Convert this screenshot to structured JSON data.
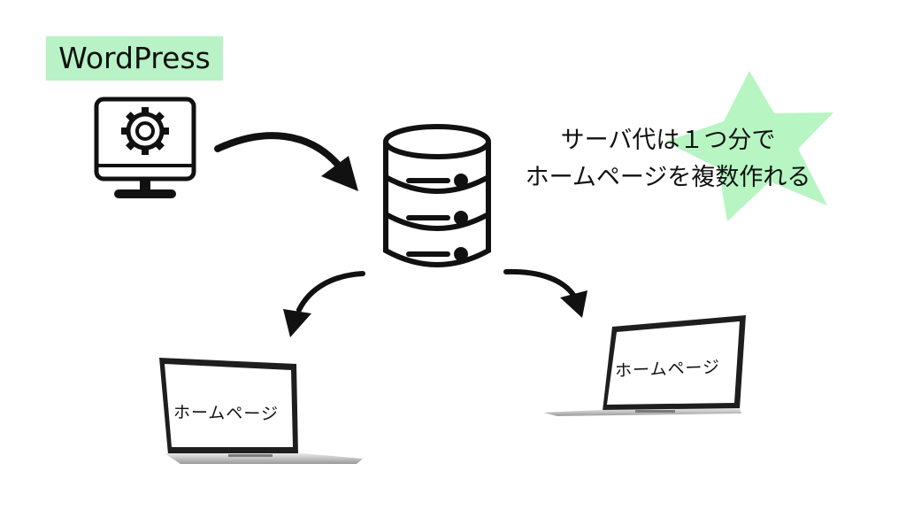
{
  "title_label": "WordPress",
  "callout": {
    "line1": "サーバ代は１つ分で",
    "line2": "ホームページを複数作れる"
  },
  "laptop_left": {
    "screen_text": "ホームページ"
  },
  "laptop_right": {
    "screen_text": "ホームページ"
  },
  "colors": {
    "accent_green": "#b8f2c6",
    "star_green": "#b7f5c2",
    "ink": "#111111"
  },
  "icons": [
    "monitor-gear-icon",
    "database-server-icon",
    "laptop-icon",
    "curved-arrow-icon",
    "star-burst-icon"
  ]
}
